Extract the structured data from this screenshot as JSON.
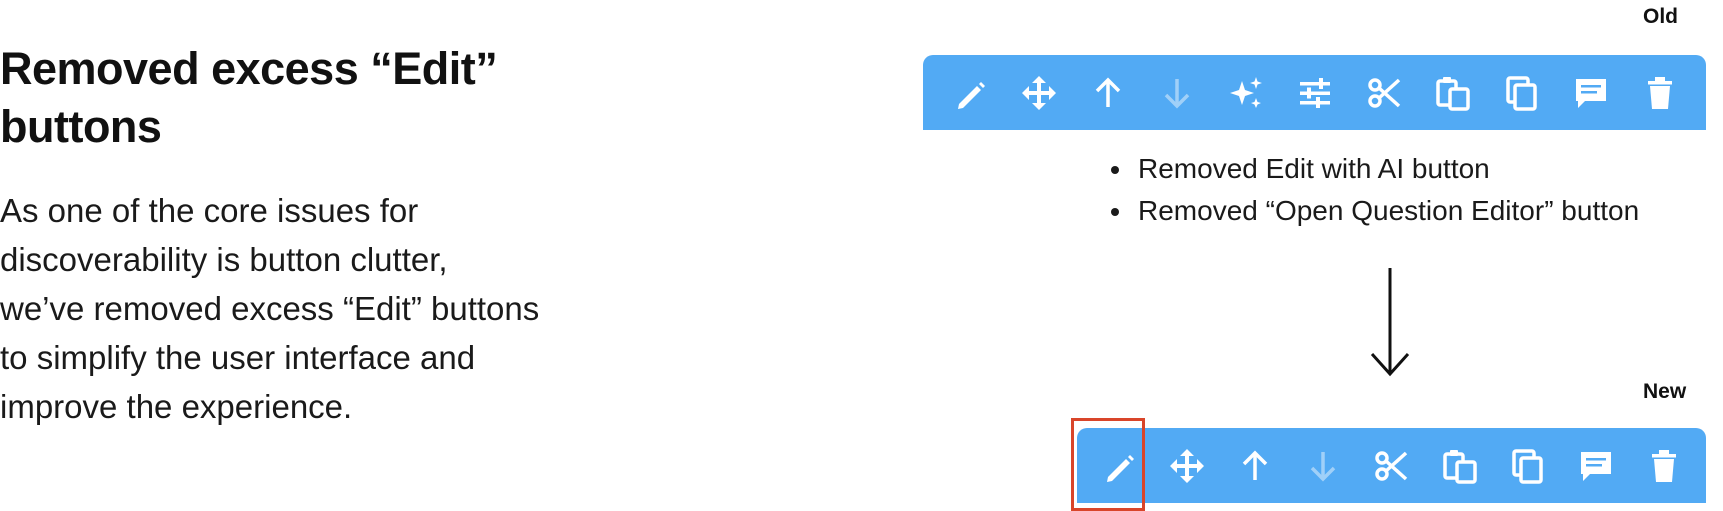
{
  "heading": "Removed excess “Edit” buttons",
  "body": "As one of the core issues for discoverability is button clutter, we’ve removed excess “Edit” buttons to simplify the user interface and improve the experience.",
  "old_label": "Old",
  "new_label": "New",
  "notes": [
    "Removed Edit with AI button",
    "Removed “Open Question Editor” button"
  ],
  "colors": {
    "toolbar": "#52aaf4",
    "highlight": "#d9452a",
    "icon": "#ffffff"
  },
  "old_toolbar_icons": [
    "pencil-icon",
    "move-icon",
    "arrow-up-icon",
    "arrow-down-icon",
    "sparkle-icon",
    "sliders-icon",
    "scissors-icon",
    "paste-icon",
    "copy-icon",
    "comment-icon",
    "trash-icon"
  ],
  "new_toolbar_icons": [
    "pencil-icon",
    "move-icon",
    "arrow-up-icon",
    "arrow-down-icon",
    "scissors-icon",
    "paste-icon",
    "copy-icon",
    "comment-icon",
    "trash-icon"
  ],
  "disabled_icons": [
    "arrow-down-icon"
  ]
}
